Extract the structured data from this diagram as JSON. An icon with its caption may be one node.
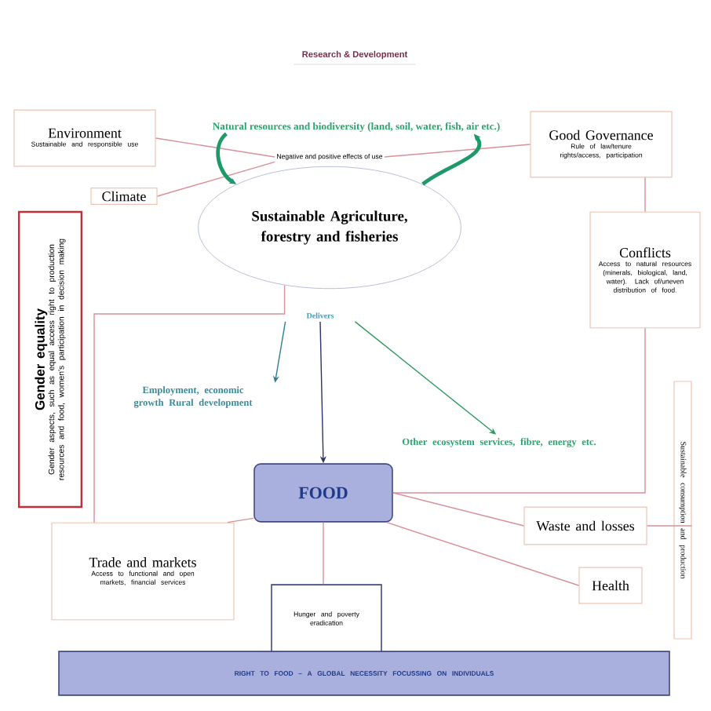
{
  "diagram": {
    "title": "Research & Development",
    "nodes": [
      {
        "text": [
          "Environment",
          "Sustainable and responsible use"
        ]
      },
      {
        "text": [
          "Climate"
        ]
      },
      {
        "text": [
          "Natural resources and biodiversity (land, soil, water, fish, air etc.)"
        ]
      },
      {
        "text": [
          "Negative and positive effects of use"
        ]
      },
      {
        "text": [
          "Sustainable Agriculture, forestry and fisheries"
        ]
      },
      {
        "text": [
          "Good Governance",
          "Rule of law/tenure rights/access, participation"
        ]
      },
      {
        "text": [
          "Conflicts",
          "Access to natural resources (minerals, biological, land, water). Lack of/uneven distribution of food."
        ]
      },
      {
        "text": [
          "Gender equality",
          "Gender aspects, such as equal access right to production resources and food, women's participation in decision making"
        ]
      },
      {
        "text": [
          "Delivers"
        ]
      },
      {
        "text": [
          "Employment, economic growth Rural development"
        ]
      },
      {
        "text": [
          "Other ecosystem services, fibre, energy etc."
        ]
      },
      {
        "text": [
          "FOOD"
        ]
      },
      {
        "text": [
          "Trade and markets",
          "Access to functional and open markets, financial services"
        ]
      },
      {
        "text": [
          "Waste and losses"
        ]
      },
      {
        "text": [
          "Health"
        ]
      },
      {
        "text": [
          "Hunger and poverty eradication"
        ]
      },
      {
        "text": [
          "RIGHT TO FOOD – A GLOBAL NECESSITY FOCUSSING ON INDIVIDUALS"
        ]
      },
      {
        "text": [
          "Sustainable consumption and production"
        ]
      }
    ],
    "edges": [
      {
        "from": 0,
        "to": 3,
        "arrow": "none"
      },
      {
        "from": 1,
        "to": 3,
        "arrow": "none"
      },
      {
        "from": 5,
        "to": 3,
        "arrow": "none"
      },
      {
        "from": 5,
        "to": 6,
        "arrow": "none"
      },
      {
        "from": 6,
        "to": 11,
        "arrow": "none"
      },
      {
        "from": 4,
        "to": 12,
        "arrow": "none"
      },
      {
        "from": 12,
        "to": 11,
        "arrow": "none"
      },
      {
        "from": 11,
        "to": 13,
        "arrow": "none"
      },
      {
        "from": 11,
        "to": 14,
        "arrow": "none"
      },
      {
        "from": 11,
        "to": 15,
        "arrow": "none"
      },
      {
        "from": 13,
        "to": 17,
        "arrow": "none"
      },
      {
        "from": 2,
        "to": 4,
        "arrow": "to",
        "style": "thick",
        "color": "#1e9a6a"
      },
      {
        "from": 4,
        "to": 2,
        "arrow": "to",
        "style": "thick",
        "color": "#1e9a6a"
      },
      {
        "from": 8,
        "to": 9,
        "arrow": "to",
        "color": "#2f7f8f"
      },
      {
        "from": 8,
        "to": 11,
        "arrow": "to",
        "color": "#2b3566"
      },
      {
        "from": 8,
        "to": 10,
        "arrow": "to",
        "color": "#2e9a5e"
      }
    ]
  }
}
